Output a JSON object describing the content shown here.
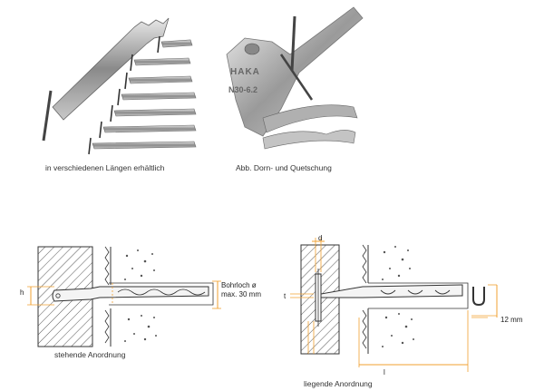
{
  "photos": {
    "left_caption": "in verschiedenen Längen erhältlich",
    "right_caption": "Abb. Dorn- und Quetschung",
    "stamp_brand": "HAKA",
    "stamp_code": "N30-6.2"
  },
  "diagram_left": {
    "caption": "stehende Anordnung",
    "label_h": "h",
    "label_bohrloch_line1": "Bohrloch ø",
    "label_bohrloch_line2": "max. 30 mm"
  },
  "diagram_right": {
    "caption": "liegende Anordnung",
    "label_d": "d",
    "label_t": "t",
    "label_l": "l",
    "label_12mm": "12 mm"
  },
  "colors": {
    "line": "#333333",
    "dimension_orange": "#f0a030",
    "hatch": "#555555"
  }
}
